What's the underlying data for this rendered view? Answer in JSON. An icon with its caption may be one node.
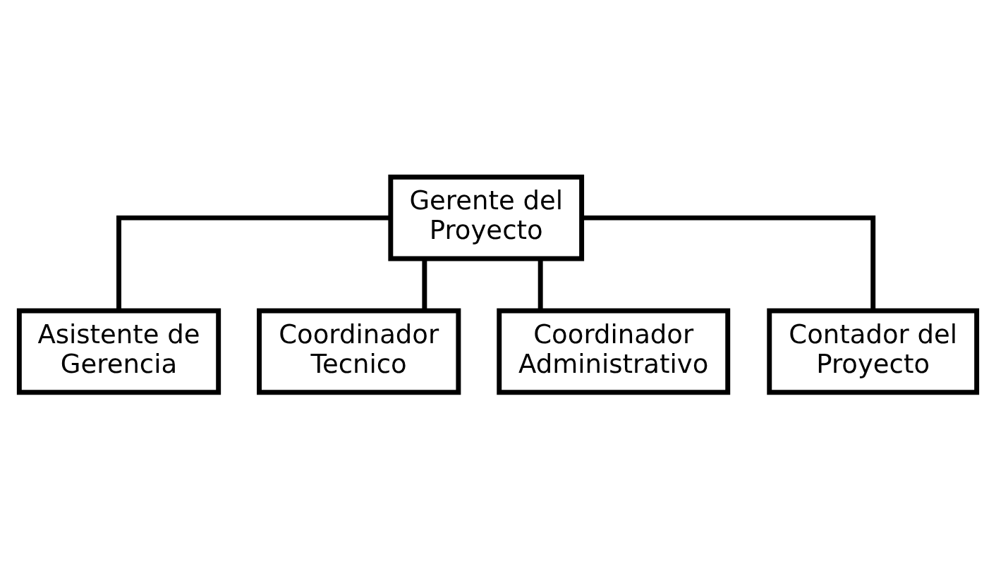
{
  "diagram": {
    "nodes": [
      {
        "text": [
          "Gerente del Proyecto"
        ]
      },
      {
        "text": [
          "Asistente de Gerencia"
        ]
      },
      {
        "text": [
          "Coordinador Tecnico"
        ]
      },
      {
        "text": [
          "Coordinador Administrativo"
        ]
      },
      {
        "text": [
          "Contador del Proyecto"
        ]
      }
    ],
    "edges": [
      {
        "from": 0,
        "to": 1,
        "arrow": "none"
      },
      {
        "from": 0,
        "to": 2,
        "arrow": "none"
      },
      {
        "from": 0,
        "to": 3,
        "arrow": "none"
      },
      {
        "from": 0,
        "to": 4,
        "arrow": "none"
      }
    ]
  }
}
